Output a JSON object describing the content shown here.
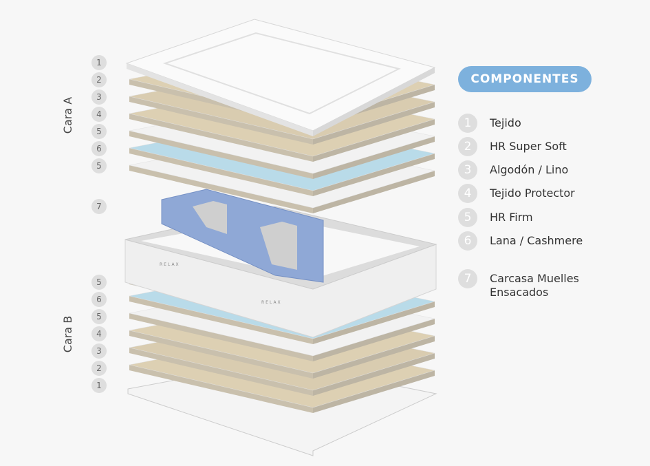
{
  "sides": {
    "a": "Cara A",
    "b": "Cara B"
  },
  "left_numbers_a": [
    "1",
    "2",
    "3",
    "4",
    "5",
    "6",
    "5"
  ],
  "spring_number": "7",
  "left_numbers_b": [
    "5",
    "6",
    "5",
    "4",
    "3",
    "2",
    "1"
  ],
  "legend": {
    "title": "COMPONENTES",
    "items": [
      {
        "n": "1",
        "label": "Tejido"
      },
      {
        "n": "2",
        "label": "HR Super Soft"
      },
      {
        "n": "3",
        "label": "Algodón / Lino"
      },
      {
        "n": "4",
        "label": "Tejido Protector"
      },
      {
        "n": "5",
        "label": "HR Firm"
      },
      {
        "n": "6",
        "label": "Lana / Cashmere"
      },
      {
        "n": "7",
        "label": "Carcasa Muelles Ensacados"
      }
    ]
  },
  "brand_text": "RELAX",
  "colors": {
    "accent": "#7db1dd",
    "tan": "#ddd0b3",
    "white": "#f2f2f2",
    "blue": "#b9dbe9",
    "spring": "#8fa8d6"
  }
}
